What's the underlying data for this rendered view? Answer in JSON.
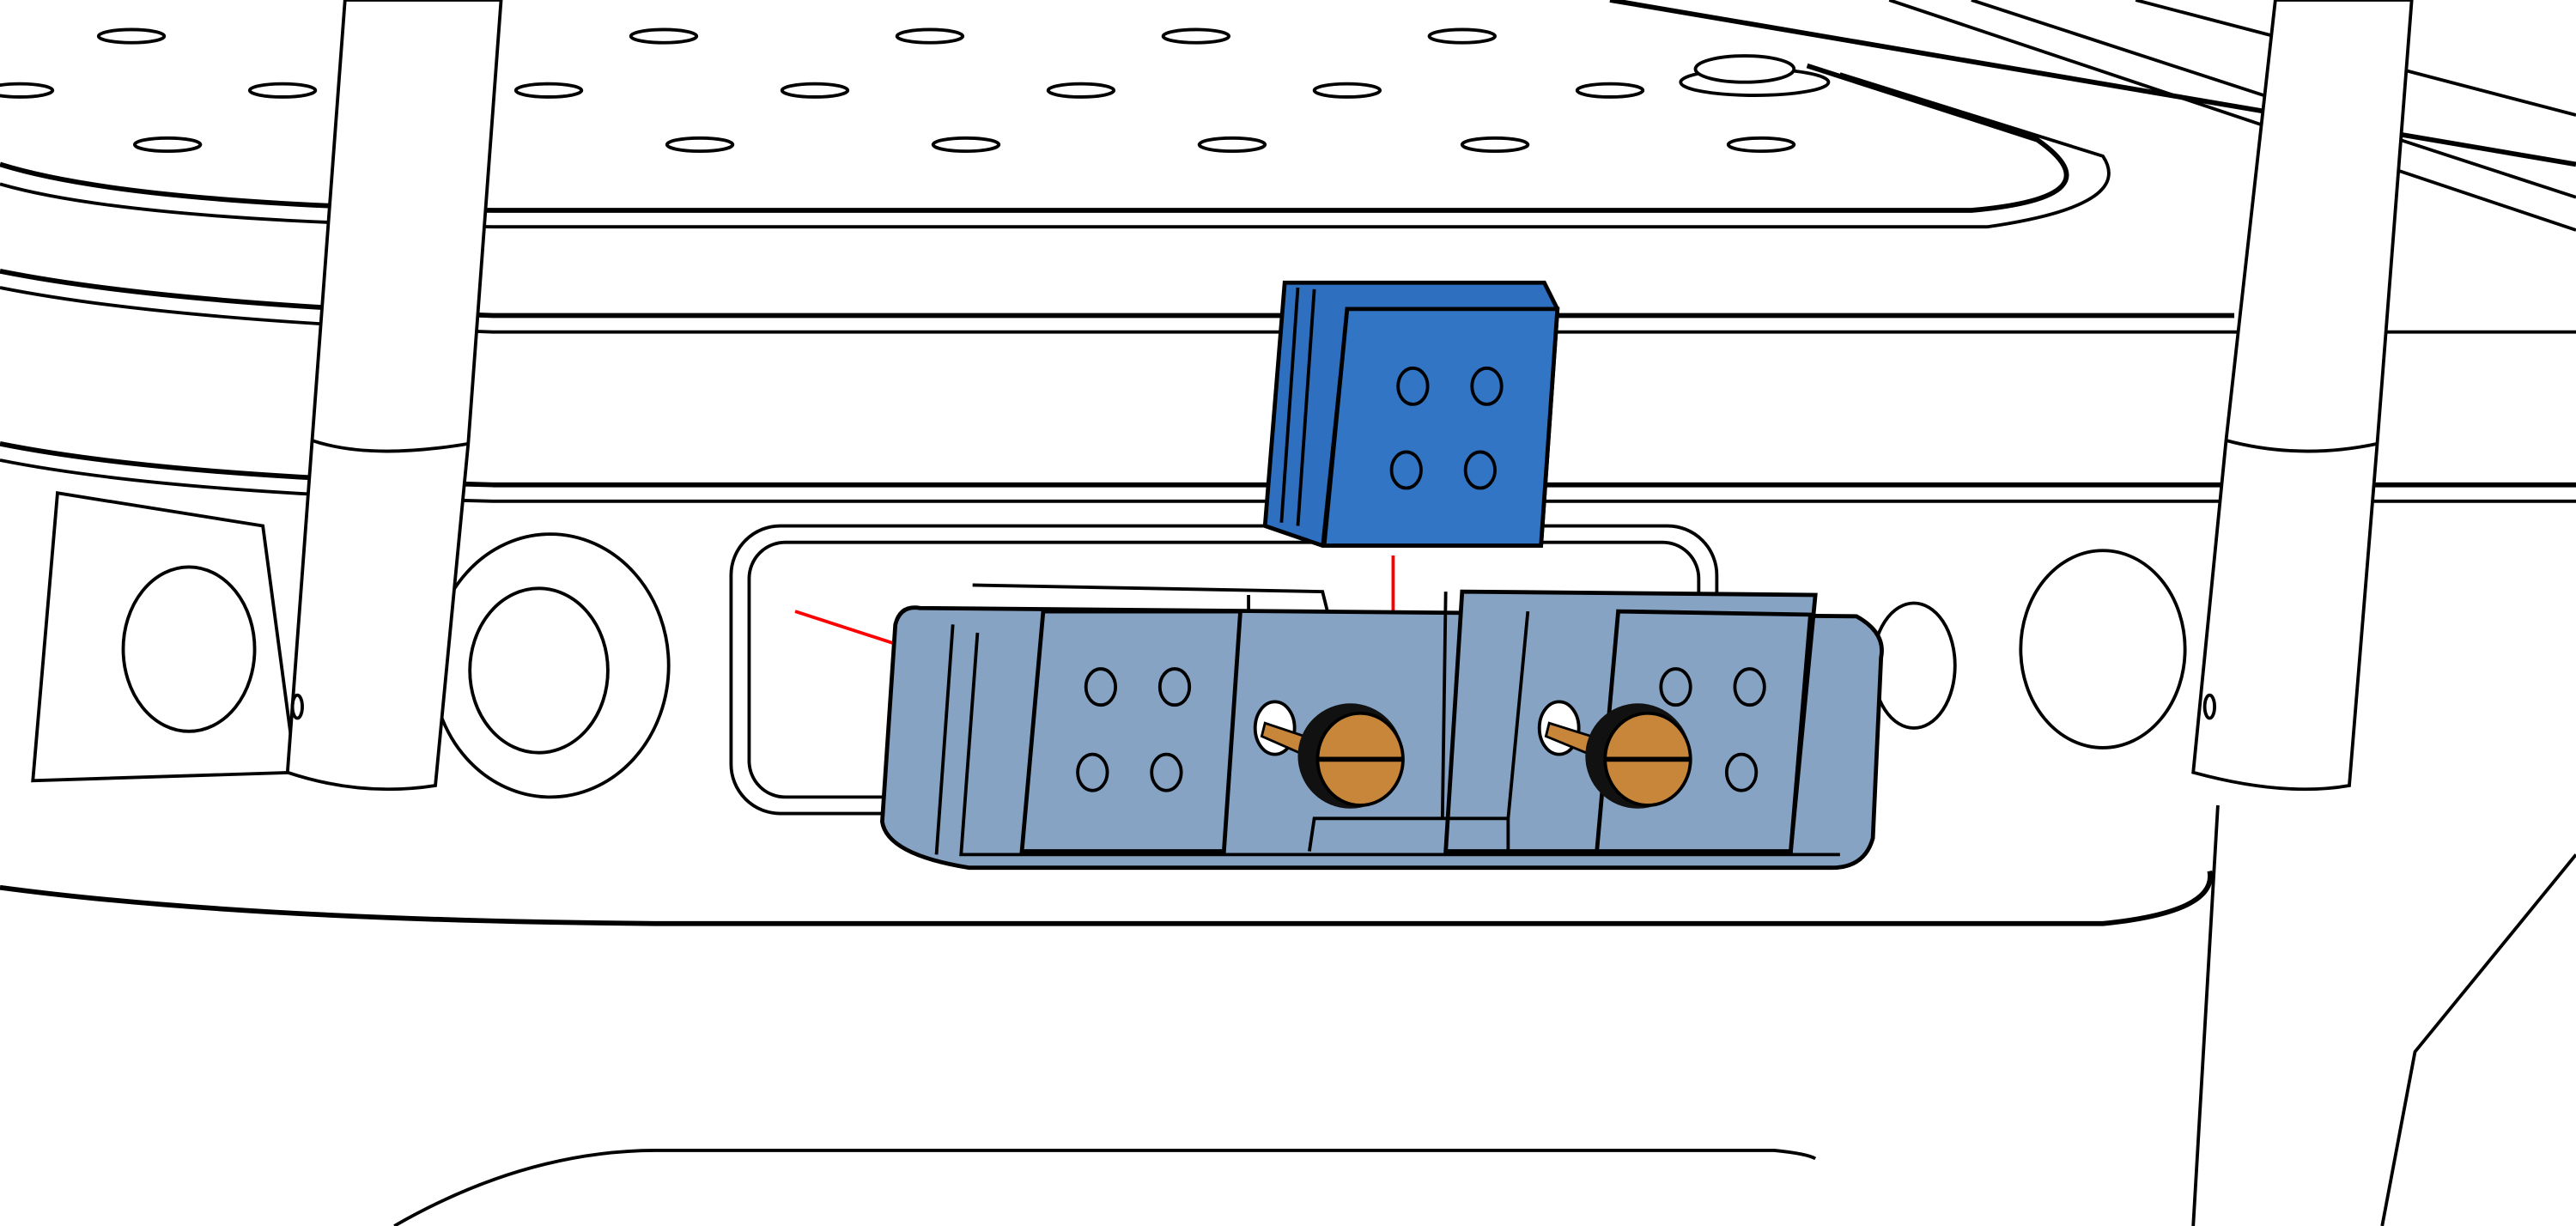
{
  "diagram": {
    "kind": "technical line illustration",
    "colors": {
      "background": "#ffffff",
      "outline": "#000000",
      "mount_block": "#2f6fbf",
      "clamp_base": "#87a3c4",
      "thumb_screw": "#c8863a",
      "laser_beam": "#ff0000"
    },
    "icons": [
      "optical-breadboard",
      "mount-block",
      "clamp-base",
      "thumb-screw",
      "laser-beam",
      "support-post"
    ]
  }
}
